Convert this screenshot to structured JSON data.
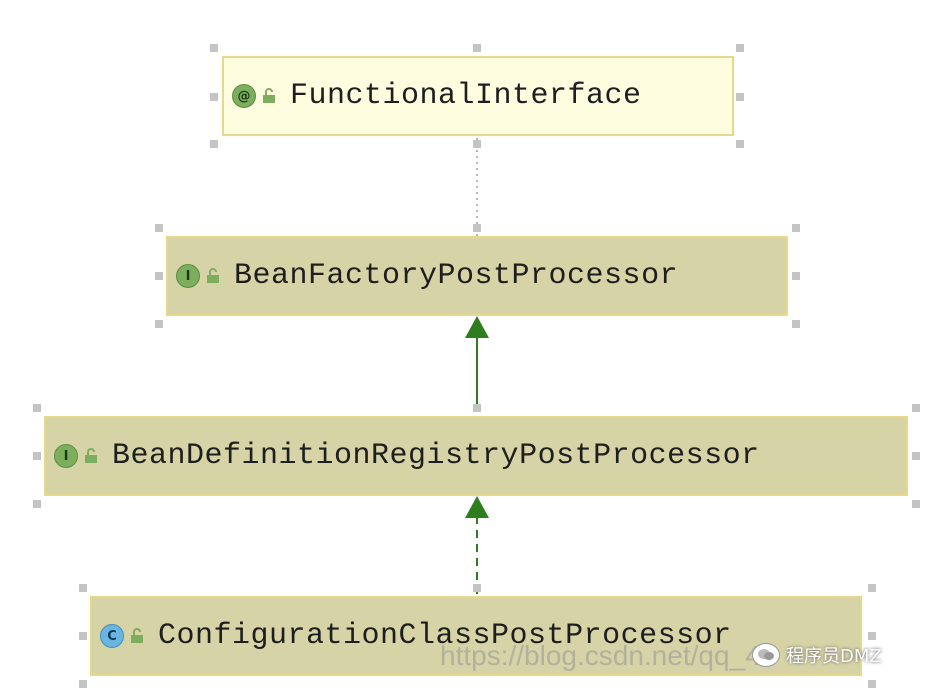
{
  "diagram": {
    "nodes": [
      {
        "id": "functional-interface",
        "kind": "annotation",
        "icon": "annotation-icon",
        "icon_glyph": "@",
        "label": "FunctionalInterface"
      },
      {
        "id": "bean-factory-post-processor",
        "kind": "interface",
        "icon": "interface-icon",
        "icon_glyph": "I",
        "label": "BeanFactoryPostProcessor"
      },
      {
        "id": "bean-definition-registry-post-processor",
        "kind": "interface",
        "icon": "interface-icon",
        "icon_glyph": "I",
        "label": "BeanDefinitionRegistryPostProcessor"
      },
      {
        "id": "configuration-class-post-processor",
        "kind": "class",
        "icon": "class-icon",
        "icon_glyph": "C",
        "label": "ConfigurationClassPostProcessor"
      }
    ],
    "edges": [
      {
        "from": "bean-factory-post-processor",
        "to": "functional-interface",
        "style": "dotted"
      },
      {
        "from": "bean-definition-registry-post-processor",
        "to": "bean-factory-post-processor",
        "style": "solid-arrow"
      },
      {
        "from": "configuration-class-post-processor",
        "to": "bean-definition-registry-post-processor",
        "style": "dashed-arrow"
      }
    ]
  },
  "colors": {
    "annotation_fill": "#fefde0",
    "interface_fill": "#d6d3a6",
    "node_border": "#e8d98a",
    "arrow": "#2e7d1e"
  },
  "watermark": {
    "url": "https://blog.csdn.net/qq_4",
    "brand": "程序员DMZ"
  }
}
